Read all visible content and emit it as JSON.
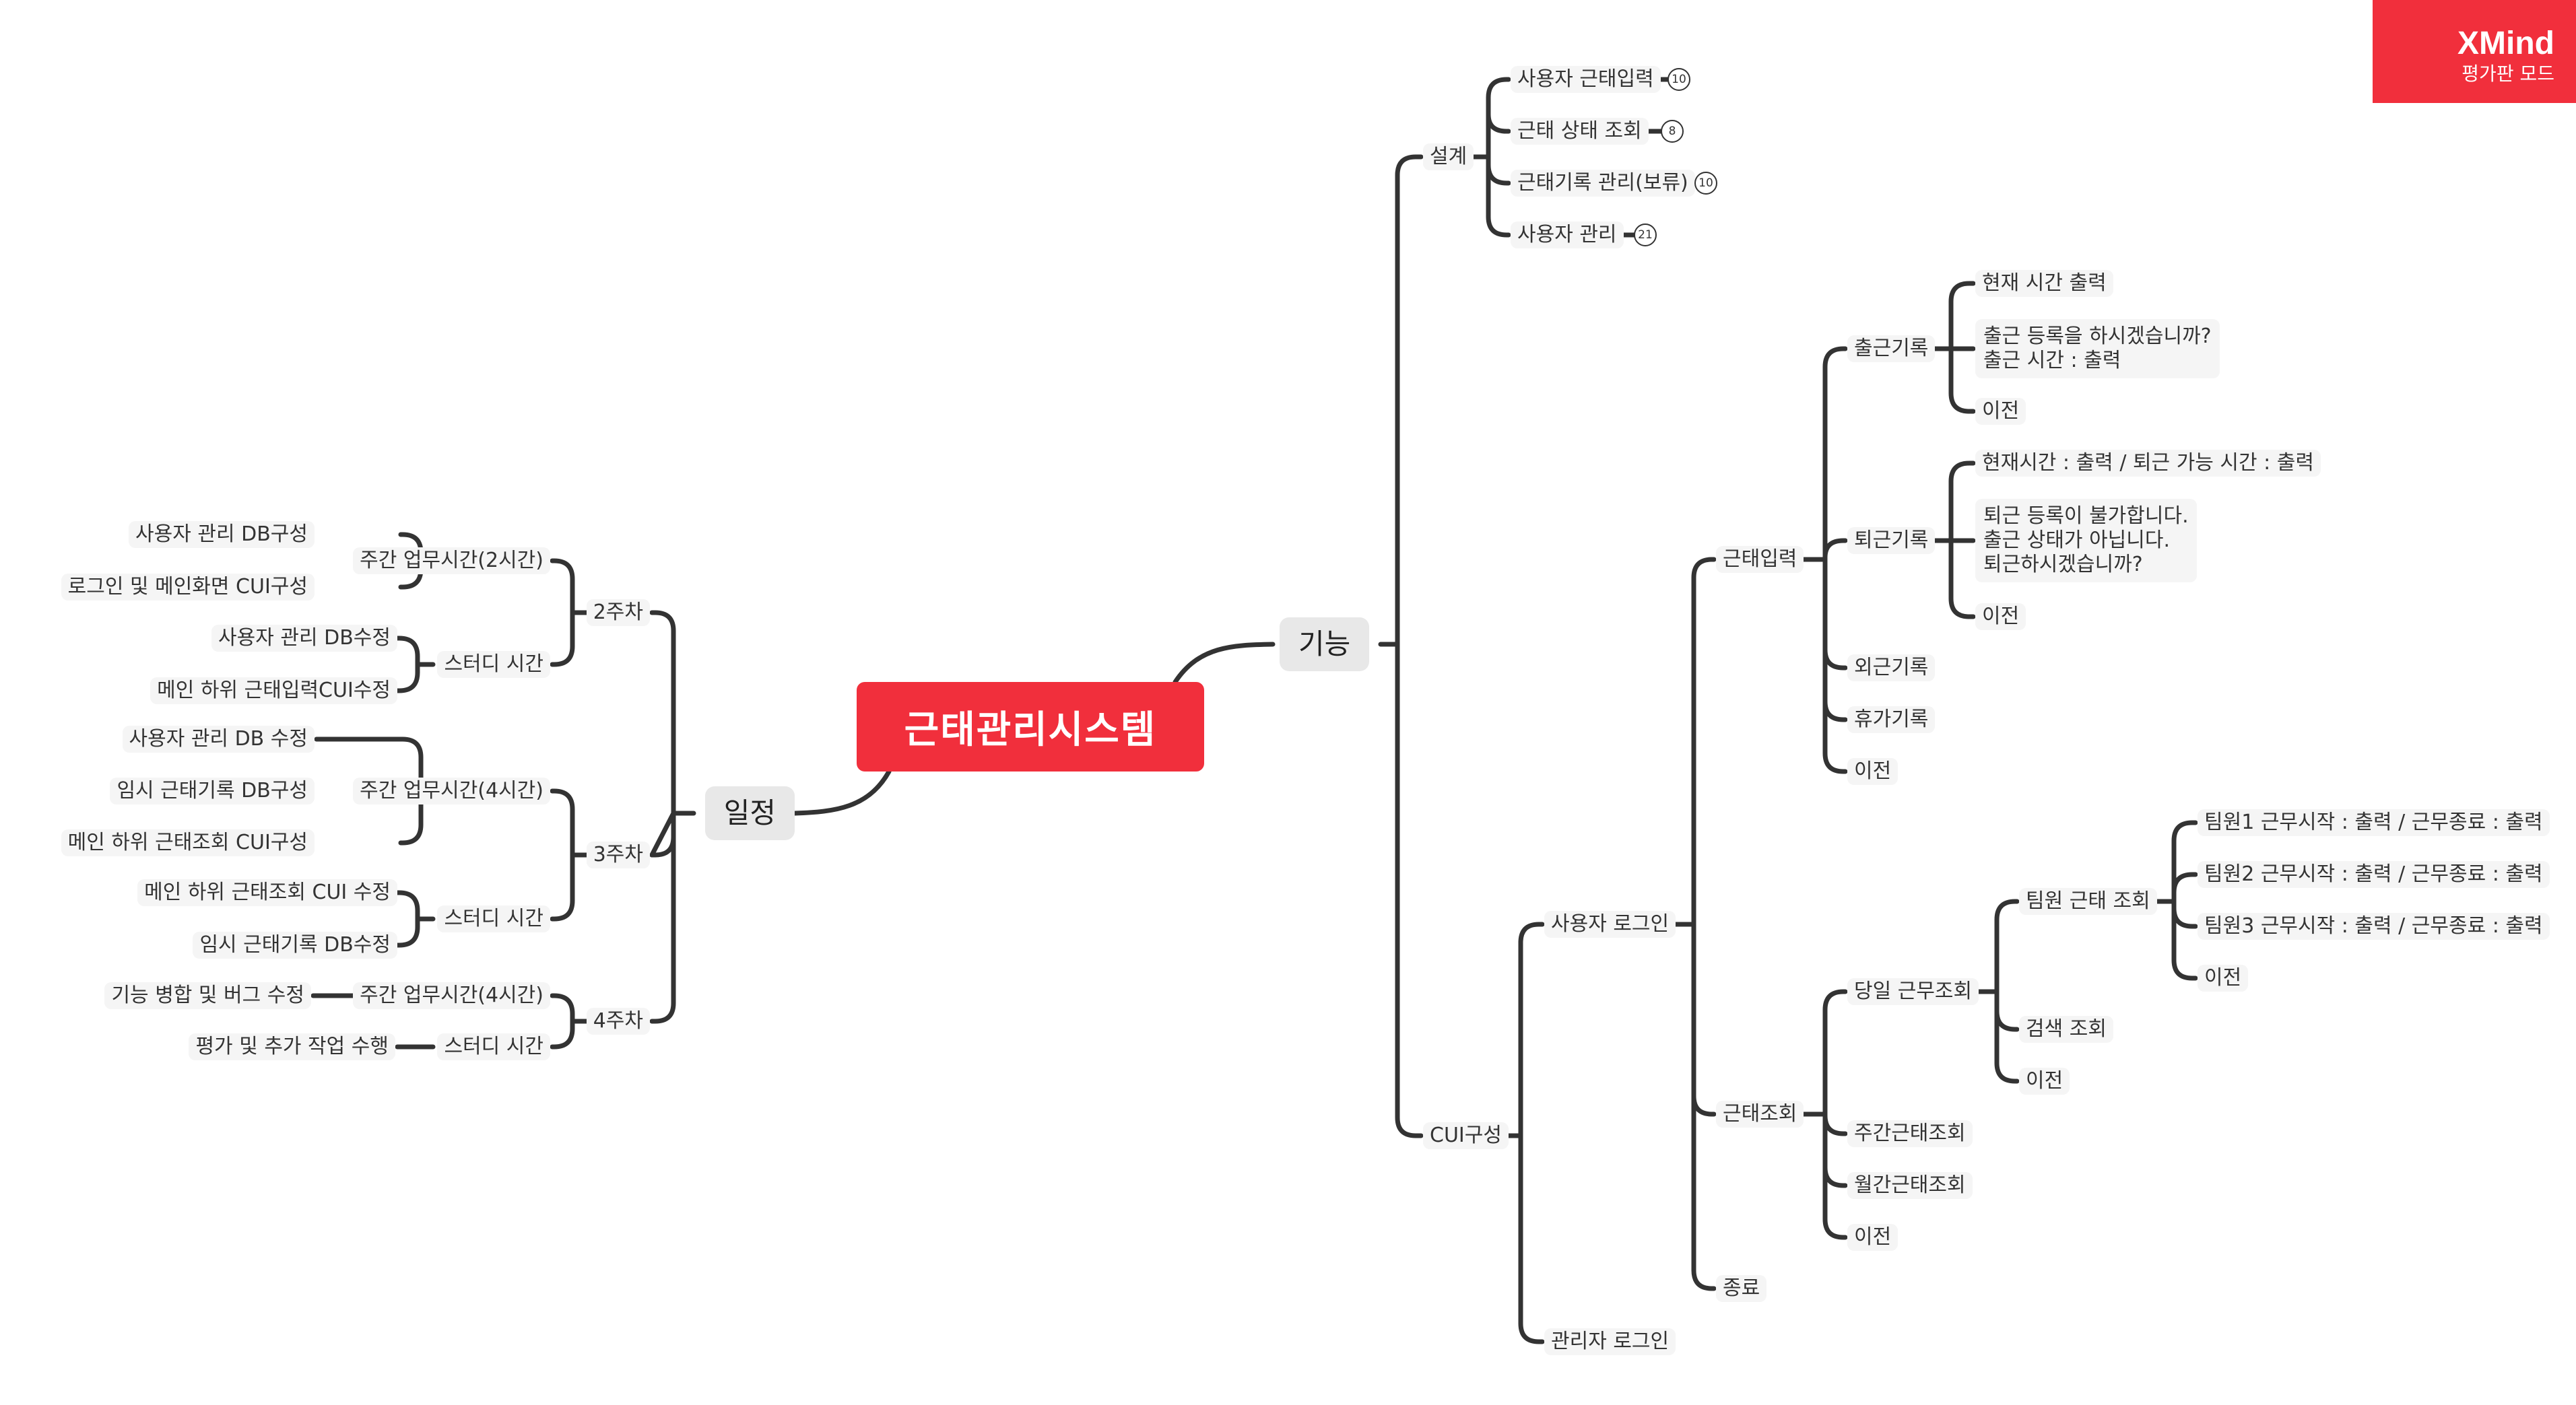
{
  "brand": {
    "name": "XMind",
    "mode": "평가판 모드"
  },
  "root": "근태관리시스템",
  "func": {
    "label": "기능",
    "design": {
      "label": "설계",
      "items": [
        {
          "label": "사용자 근태입력",
          "count": "10"
        },
        {
          "label": "근태 상태 조회",
          "count": "8"
        },
        {
          "label": "근태기록 관리(보류)",
          "count": "10"
        },
        {
          "label": "사용자 관리",
          "count": "21"
        }
      ]
    },
    "cui": {
      "label": "CUI구성",
      "user_login": {
        "label": "사용자 로그인",
        "input": {
          "label": "근태입력",
          "checkin": {
            "label": "출근기록",
            "items": [
              "현재 시간 출력",
              "출근 등록을 하시겠습니까?\n출근 시간 : 출력",
              "이전"
            ]
          },
          "checkout": {
            "label": "퇴근기록",
            "items": [
              "현재시간 : 출력 / 퇴근 가능 시간 : 출력",
              "퇴근 등록이 불가합니다.\n출근 상태가 아닙니다.\n퇴근하시겠습니까?",
              "이전"
            ]
          },
          "others": [
            "외근기록",
            "휴가기록",
            "이전"
          ]
        },
        "query": {
          "label": "근태조회",
          "daily": {
            "label": "당일 근무조회",
            "team": {
              "label": "팀원 근태 조회",
              "items": [
                "팀원1 근무시작 : 출력 / 근무종료 : 출력",
                "팀원2 근무시작 : 출력 / 근무종료 : 출력",
                "팀원3 근무시작 : 출력 / 근무종료 : 출력",
                "이전"
              ]
            },
            "others": [
              "검색 조회",
              "이전"
            ]
          },
          "others": [
            "주간근태조회",
            "월간근태조회",
            "이전"
          ]
        },
        "exit": "종료"
      },
      "admin_login": "관리자 로그인"
    }
  },
  "schedule": {
    "label": "일정",
    "week2": {
      "label": "2주차",
      "work": {
        "label": "주간 업무시간(2시간)",
        "items": [
          "사용자 관리 DB구성",
          "로그인 및 메인화면 CUI구성"
        ]
      },
      "study": {
        "label": "스터디 시간",
        "items": [
          "사용자 관리 DB수정",
          "메인 하위 근태입력CUI수정"
        ]
      }
    },
    "week3": {
      "label": "3주차",
      "work": {
        "label": "주간 업무시간(4시간)",
        "items": [
          "사용자 관리 DB 수정",
          "임시 근태기록 DB구성",
          "메인 하위 근태조회 CUI구성"
        ]
      },
      "study": {
        "label": "스터디 시간",
        "items": [
          "메인 하위 근태조회 CUI 수정",
          "임시 근태기록 DB수정"
        ]
      }
    },
    "week4": {
      "label": "4주차",
      "work": {
        "label": "주간 업무시간(4시간)",
        "items": [
          "기능 병합 및 버그 수정"
        ]
      },
      "study": {
        "label": "스터디 시간",
        "items": [
          "평가 및 추가 작업 수행"
        ]
      }
    }
  }
}
